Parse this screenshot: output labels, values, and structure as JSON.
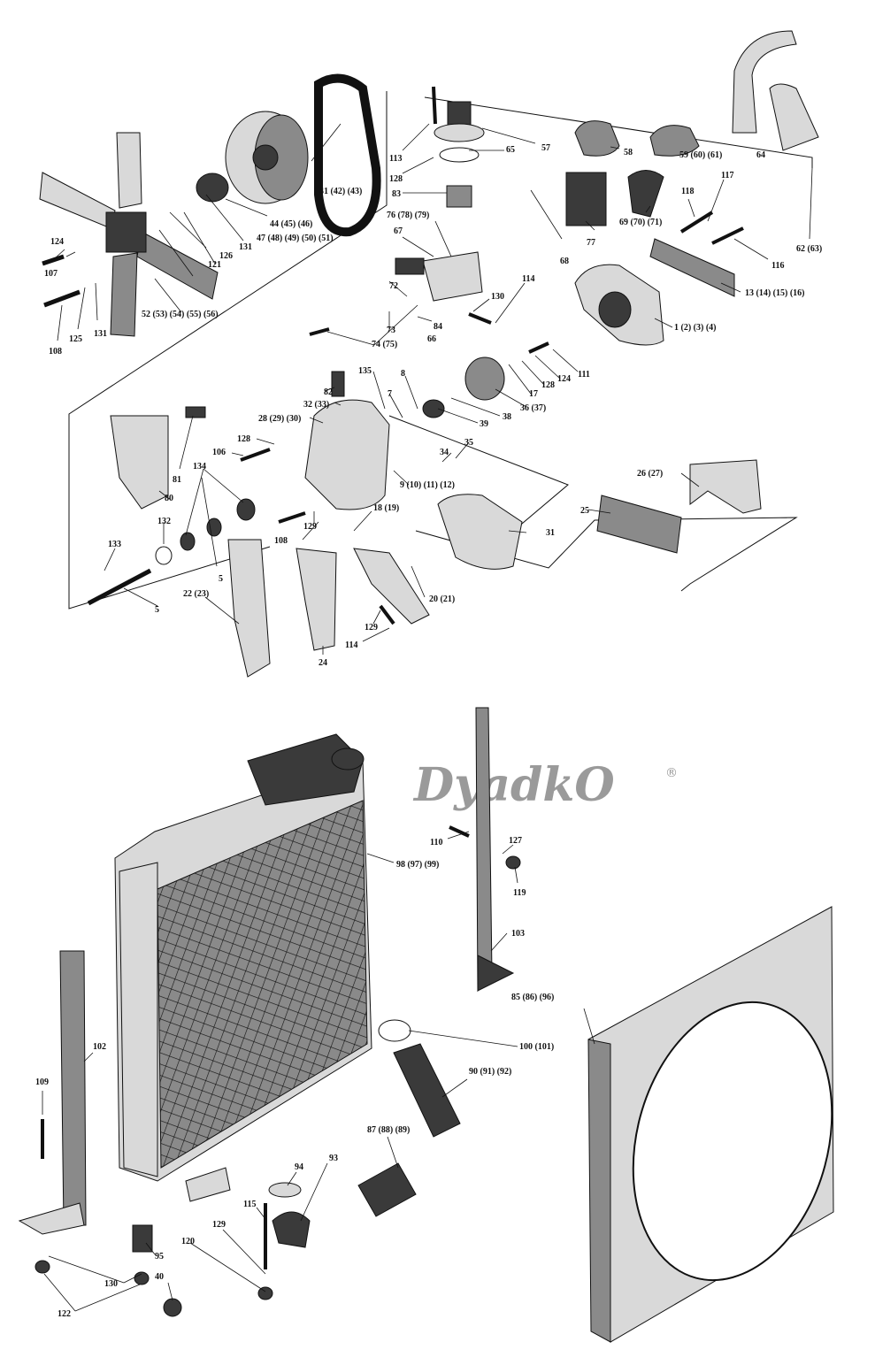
{
  "watermark": {
    "text": "DyadkO",
    "mark": "®"
  },
  "labels": [
    "57",
    "58",
    "59 (60) (61)",
    "64",
    "65",
    "113",
    "128",
    "83",
    "76 (78) (79)",
    "67",
    "68",
    "69 (70) (71)",
    "77",
    "118",
    "117",
    "116",
    "62 (63)",
    "41 (42) (43)",
    "44 (45) (46)",
    "47 (48) (49) (50) (51)",
    "131",
    "126",
    "121",
    "124",
    "107",
    "108",
    "125",
    "131",
    "52 (53) (54) (55) (56)",
    "72",
    "73",
    "84",
    "74 (75)",
    "66",
    "130",
    "114",
    "13 (14) (15) (16)",
    "1 (2) (3) (4)",
    "111",
    "124",
    "128",
    "17",
    "36 (37)",
    "38",
    "39",
    "8",
    "7",
    "135",
    "82",
    "32 (33)",
    "28 (29) (30)",
    "128",
    "106",
    "81",
    "80",
    "134",
    "34",
    "35",
    "9 (10) (11) (12)",
    "26 (27)",
    "25",
    "18 (19)",
    "31",
    "132",
    "133",
    "5",
    "5",
    "108",
    "129",
    "22 (23)",
    "24",
    "20 (21)",
    "129",
    "114",
    "110",
    "127",
    "119",
    "98 (97) (99)",
    "103",
    "85 (86) (96)",
    "100 (101)",
    "90 (91) (92)",
    "87 (88) (89)",
    "102",
    "109",
    "93",
    "94",
    "115",
    "129",
    "120",
    "95",
    "130",
    "40",
    "122"
  ],
  "icons": [
    "fan-blade",
    "water-pump",
    "radiator",
    "fan-shroud",
    "hose",
    "thermostat-housing",
    "pulley",
    "belt"
  ]
}
